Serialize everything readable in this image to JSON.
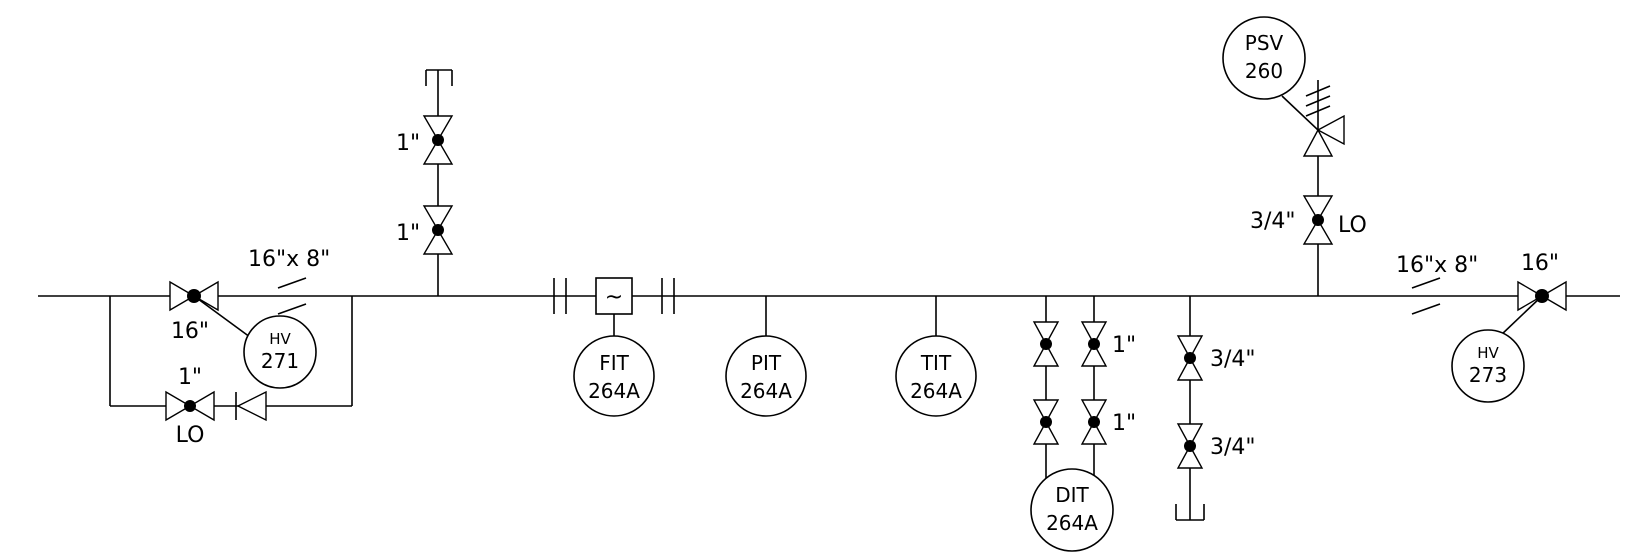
{
  "pipe_labels": {
    "reducer_left": "16\"x 8\"",
    "reducer_right": "16\"x 8\"",
    "size_hv271": "16\"",
    "size_hv273": "16\"",
    "size_bypass": "1\"",
    "lo_bypass": "LO",
    "size_vent_upper": "1\"",
    "size_vent_lower": "1\"",
    "size_psv_block": "3/4\"",
    "lo_psv": "LO",
    "size_dit_1": "1\"",
    "size_dit_2": "1\"",
    "size_drain_1": "3/4\"",
    "size_drain_2": "3/4\"",
    "flow_element_symbol": "~"
  },
  "instruments": {
    "hv271": {
      "tag": "HV",
      "number": "271"
    },
    "fit264a": {
      "tag": "FIT",
      "number": "264A"
    },
    "pit264a": {
      "tag": "PIT",
      "number": "264A"
    },
    "tit264a": {
      "tag": "TIT",
      "number": "264A"
    },
    "dit264a": {
      "tag": "DIT",
      "number": "264A"
    },
    "psv260": {
      "tag": "PSV",
      "number": "260"
    },
    "hv273": {
      "tag": "HV",
      "number": "273"
    }
  }
}
